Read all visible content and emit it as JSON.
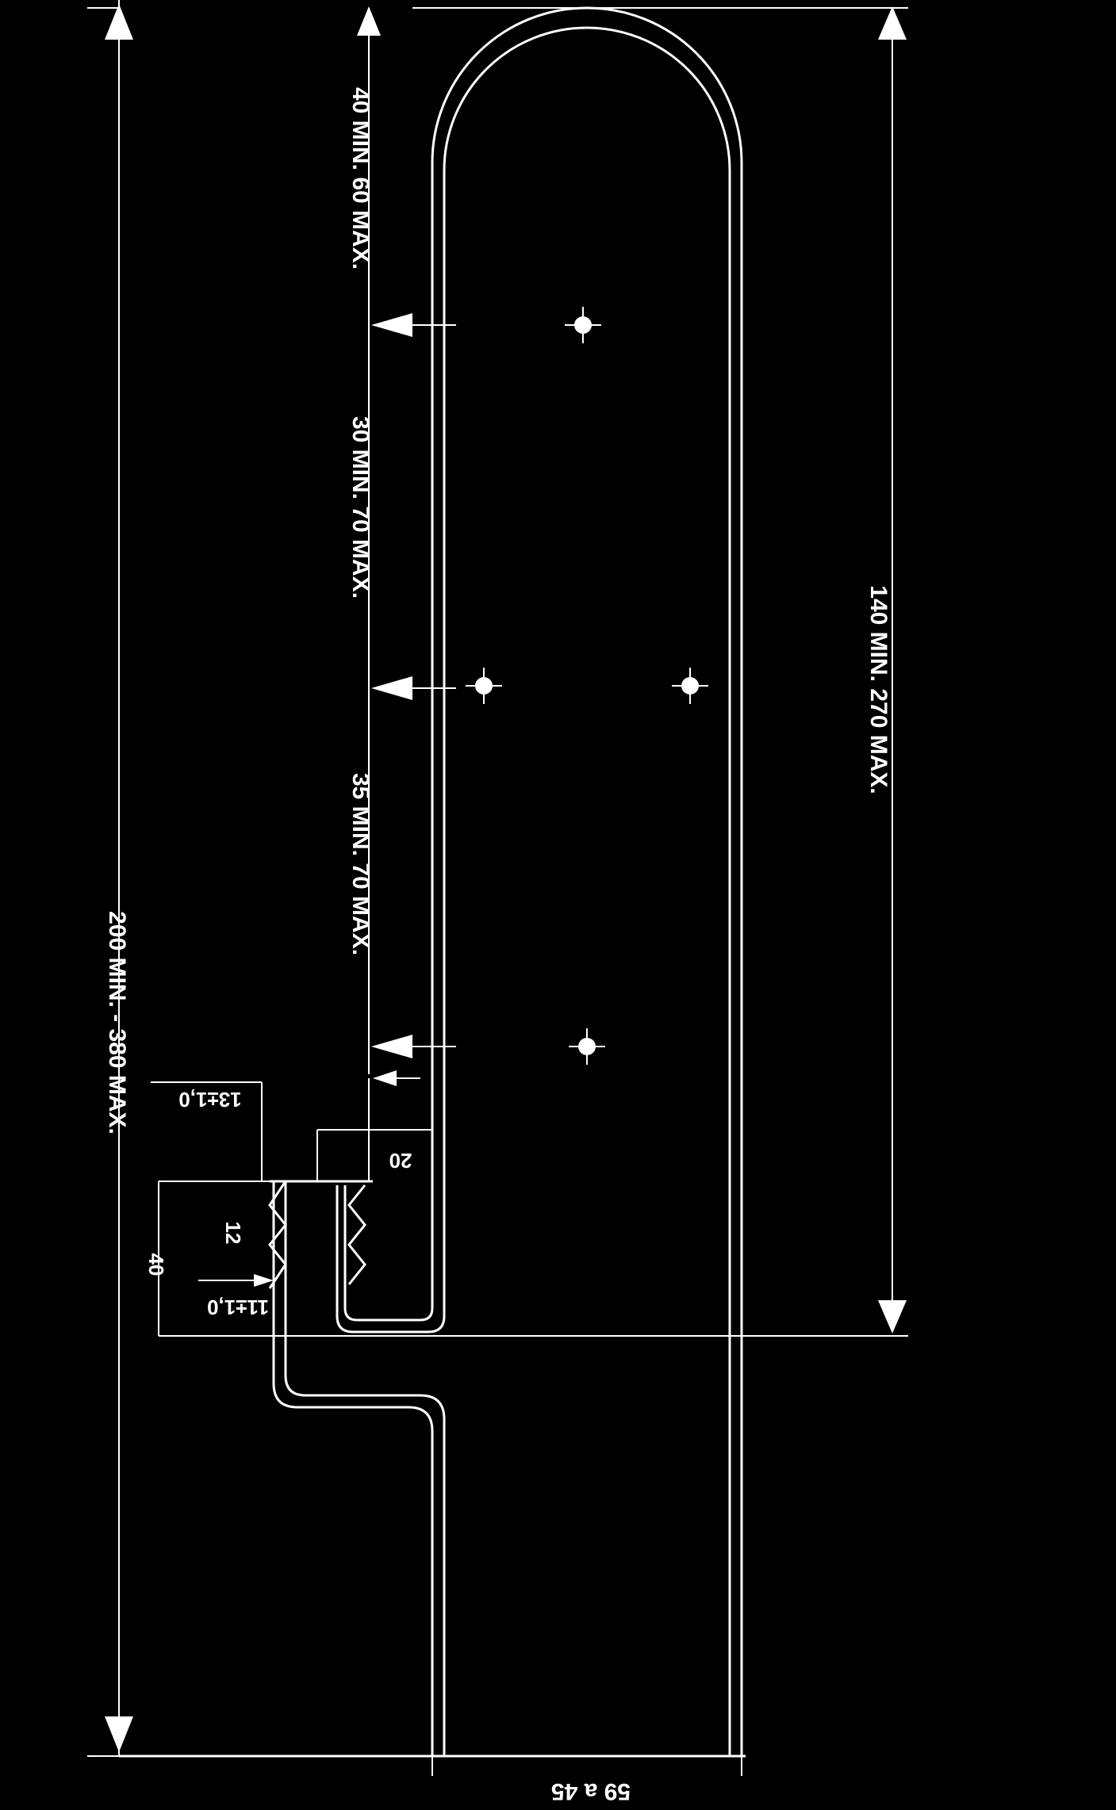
{
  "colors": {
    "background": "#000000",
    "lines": "#ffffff"
  },
  "dimensions": {
    "overall": "200 MIN. - 380 MAX.",
    "total_reach": "140 MIN.   270 MAX.",
    "top_section": "40 MIN.  60 MAX.",
    "middle_section": "30 MIN.  70 MAX.",
    "lower_section": "35 MIN.  70 MAX.",
    "base_width": "59 a 45",
    "offset_top": "13±1,0",
    "offset_bottom": "11±1,0",
    "depth": "40",
    "thread": "12",
    "clearance": "20"
  },
  "icons": {
    "mounting_hole": "crosshair-hole-icon"
  }
}
